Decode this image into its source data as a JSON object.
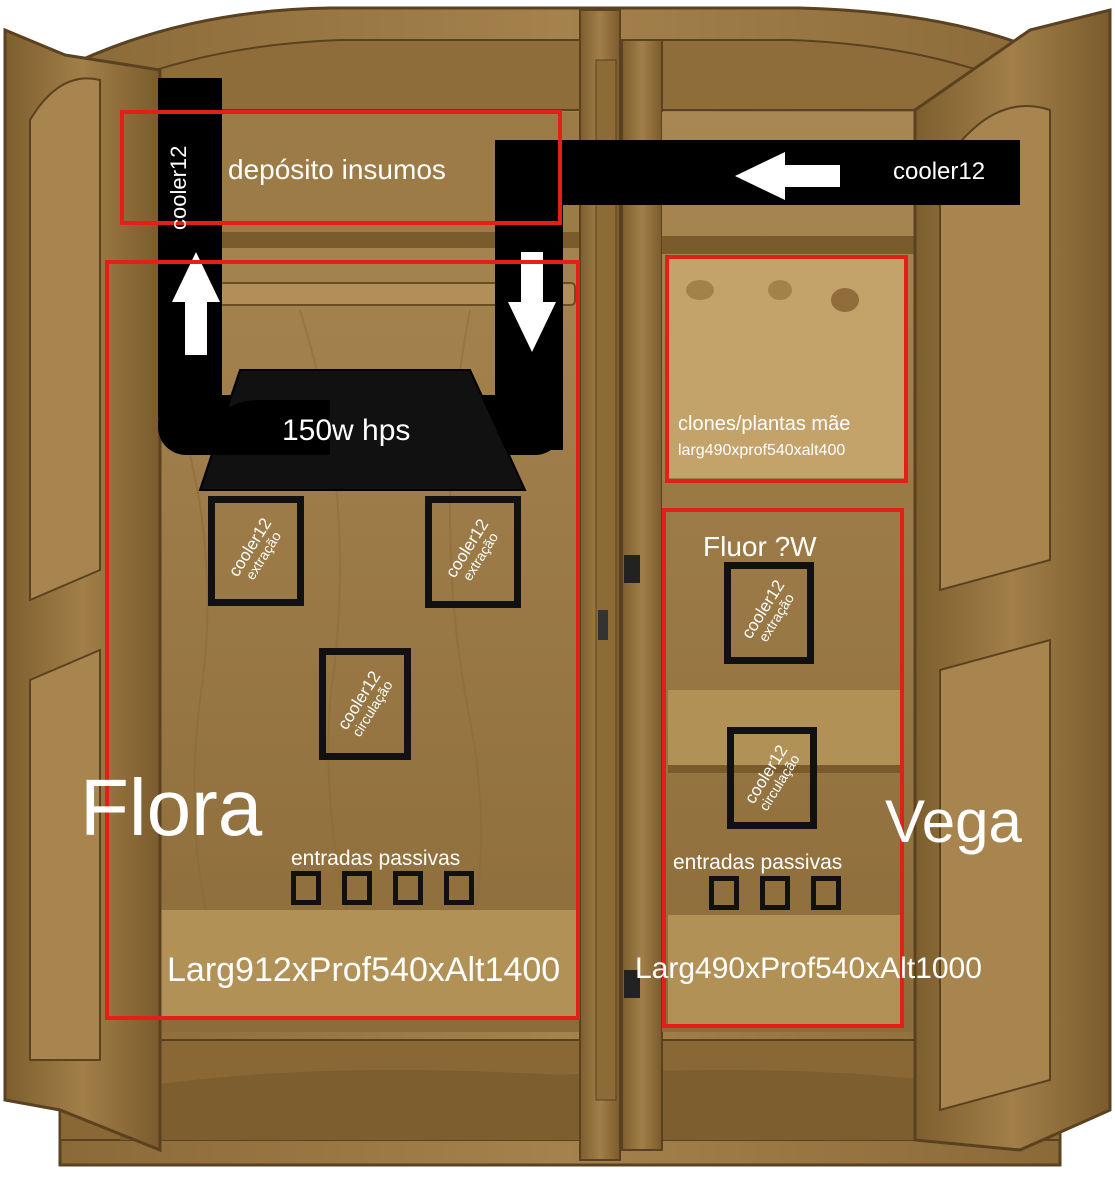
{
  "title": "",
  "cabinet": {
    "wood_color": "#9b7a45",
    "wood_dark": "#6b4f26",
    "wood_light": "#b8965c"
  },
  "colors": {
    "zone_outline": "#e41f17",
    "duct": "#000000",
    "arrow": "#ffffff",
    "text": "#ffffff"
  },
  "top": {
    "storage_label": "depósito insumos",
    "vertical_fan_label": "cooler12",
    "intake_fan_label": "cooler12",
    "intake_arrow_icon": "arrow-left-icon"
  },
  "flora": {
    "name": "Flora",
    "lamp_label": "150w hps",
    "fans": [
      {
        "line1": "cooler12",
        "line2": "extração"
      },
      {
        "line1": "cooler12",
        "line2": "extração"
      },
      {
        "line1": "cooler12",
        "line2": "circulação"
      }
    ],
    "passive_label": "entradas passivas",
    "passive_count": 4,
    "dimensions": "Larg912xProf540xAlt1400"
  },
  "clones": {
    "label": "clones/plantas mãe",
    "dimensions": "larg490xprof540xalt400"
  },
  "vega": {
    "name": "Vega",
    "light_label": "Fluor ?W",
    "fans": [
      {
        "line1": "cooler12",
        "line2": "extração"
      },
      {
        "line1": "cooler12",
        "line2": "circulação"
      }
    ],
    "passive_label": "entradas passivas",
    "passive_count": 3,
    "dimensions": "Larg490xProf540xAlt1000"
  }
}
